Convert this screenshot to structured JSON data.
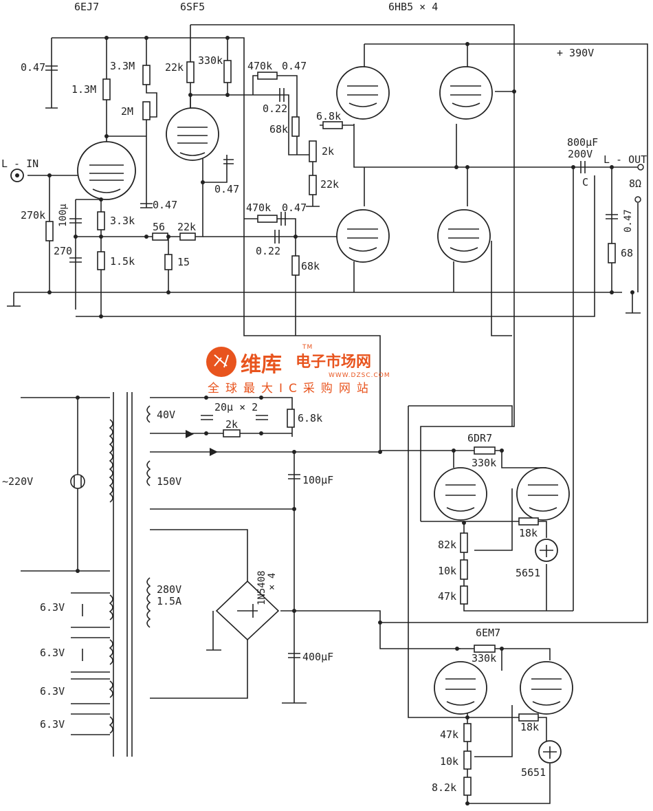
{
  "tubes": {
    "t1": "6EJ7",
    "t2": "6SF5",
    "t3": "6HB5 × 4",
    "t4": "6DR7",
    "t5": "6EM7",
    "ref1": "5651",
    "ref2": "5651"
  },
  "labels": {
    "b_plus": "+ 390V",
    "l_in": "L - IN",
    "l_out": "L - OUT",
    "speaker": "8Ω",
    "mains": "~220V",
    "out_cap_value": "800μF",
    "out_cap_voltage": "200V",
    "out_cap_name": "C",
    "w40": "40V",
    "w150": "150V",
    "w280": "280V",
    "w280a": "1.5A",
    "h1": "6.3V",
    "h2": "6.3V",
    "h3": "6.3V",
    "h4": "6.3V",
    "bridge": "1N5408",
    "bridge_count": "× 4",
    "c20": "20μ × 2",
    "r2k_supply": "2k",
    "r68k_supply": "6.8k",
    "c100": "100μF",
    "c400": "400μF"
  },
  "components": {
    "c047_top": "0.47",
    "r33m": "3.3M",
    "r13m": "1.3M",
    "r2m": "2M",
    "r22k_a": "22k",
    "r330k_a": "330k",
    "r470k_a": "470k",
    "c047_a": "0.47",
    "c022_a": "0.22",
    "r68k_a": "68k",
    "r68k_b": "6.8k",
    "r2k": "2k",
    "r22k_b": "22k",
    "c047_sf5": "0.47",
    "r270k": "270k",
    "c100u": "100μ",
    "r33k": "3.3k",
    "c270": "270",
    "r15k": "1.5k",
    "c047_mid": "0.47",
    "r56": "56",
    "r22k_c": "22k",
    "r15": "15",
    "r470k_b": "470k",
    "c047_b": "0.47",
    "c022_b": "0.22",
    "r68k_c": "68k",
    "c047_zobel": "0.47",
    "r68_zobel": "68",
    "r330k_dr": "330k",
    "r18k_dr": "18k",
    "r82k": "82k",
    "r10k_dr": "10k",
    "r47k_dr": "47k",
    "r330k_em": "330k",
    "r18k_em": "18k",
    "r47k_em": "47k",
    "r10k_em": "10k",
    "r82k_em": "8.2k"
  },
  "watermark": {
    "brand": "维库",
    "site": "电子市场网",
    "tm": "TM",
    "url": "WWW.DZSC.COM",
    "slogan": "全球最大IC采购网站"
  }
}
